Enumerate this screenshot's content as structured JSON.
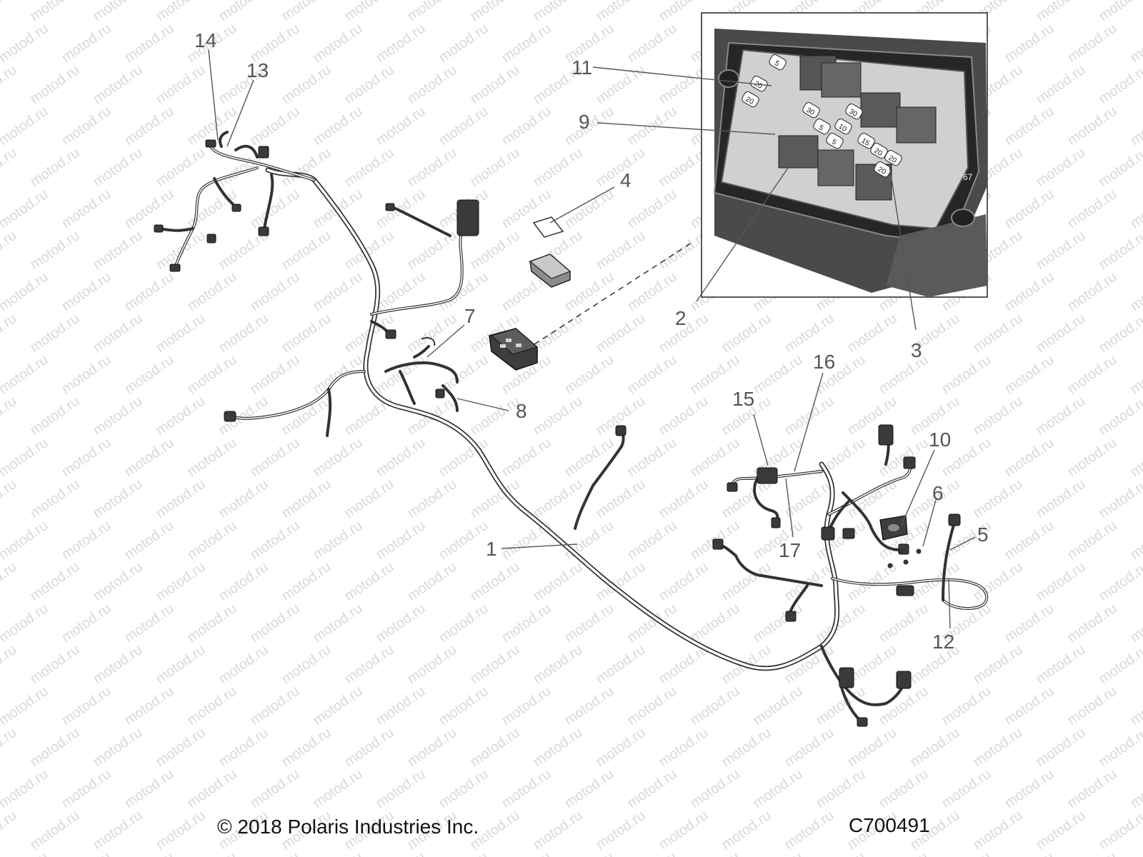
{
  "footer": {
    "copyright": "© 2018 Polaris Industries Inc.",
    "figure_id": "C700491"
  },
  "watermark": {
    "text": "motod.ru"
  },
  "callouts": [
    {
      "id": "callout-1",
      "label": "1"
    },
    {
      "id": "callout-2",
      "label": "2"
    },
    {
      "id": "callout-3",
      "label": "3"
    },
    {
      "id": "callout-4",
      "label": "4"
    },
    {
      "id": "callout-5",
      "label": "5"
    },
    {
      "id": "callout-6",
      "label": "6"
    },
    {
      "id": "callout-7",
      "label": "7"
    },
    {
      "id": "callout-8",
      "label": "8"
    },
    {
      "id": "callout-9",
      "label": "9"
    },
    {
      "id": "callout-10",
      "label": "10"
    },
    {
      "id": "callout-11",
      "label": "11"
    },
    {
      "id": "callout-12",
      "label": "12"
    },
    {
      "id": "callout-13",
      "label": "13"
    },
    {
      "id": "callout-14",
      "label": "14"
    },
    {
      "id": "callout-15",
      "label": "15"
    },
    {
      "id": "callout-16",
      "label": "16"
    },
    {
      "id": "callout-17",
      "label": "17"
    }
  ],
  "fuse_box_detail": {
    "fuse_labels": [
      "5",
      "20",
      "20",
      "30",
      "30",
      "10",
      "5",
      "15",
      "5",
      "20",
      "20",
      "20"
    ],
    "housing_mark": "67"
  }
}
